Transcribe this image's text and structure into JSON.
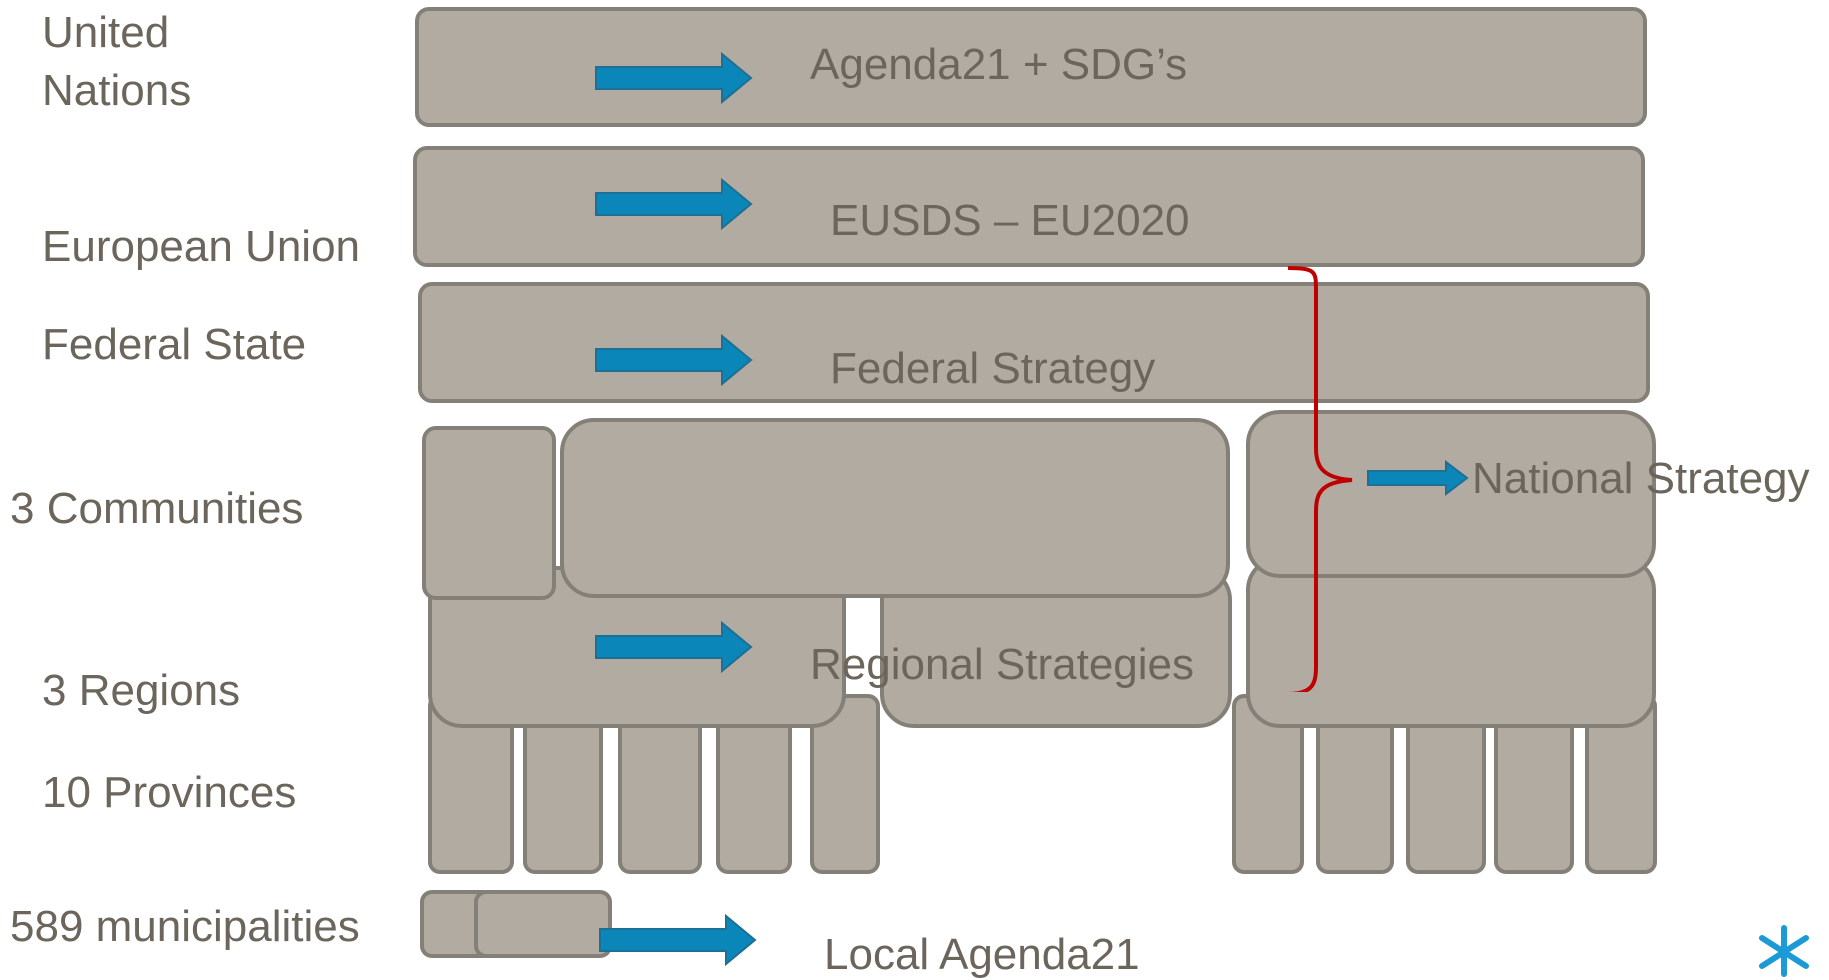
{
  "levels": {
    "un_line1": "United",
    "un_line2": "Nations",
    "eu": "European Union",
    "federal": "Federal State",
    "communities": "3 Communities",
    "regions": "3 Regions",
    "provinces": "10 Provinces",
    "municipalities": "589 municipalities"
  },
  "strategies": {
    "un": "Agenda21 + SDG’s",
    "eu": "EUSDS – EU2020",
    "federal": "Federal Strategy",
    "regional": "Regional Strategies",
    "national": "National Strategy",
    "local": "Local Agenda21"
  },
  "colors": {
    "box_fill": "#b1aba1",
    "box_border": "#848077",
    "arrow": "#0b86b8",
    "bracket": "#c00000",
    "text": "#6b655b",
    "logo": "#1b9ad6"
  }
}
